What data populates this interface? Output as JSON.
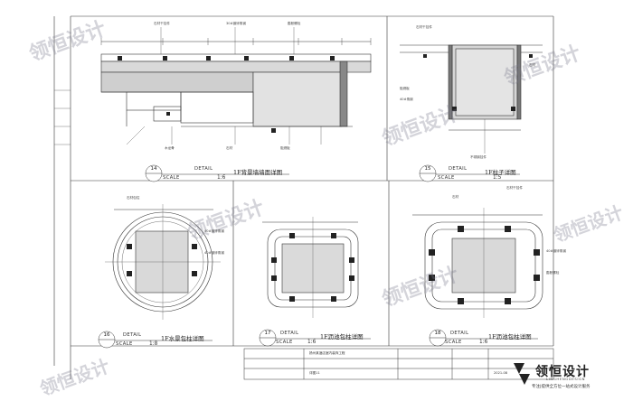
{
  "panels": {
    "p14": {
      "number": "14",
      "detail": "DETAIL",
      "title": "1F背景墙墙面详图",
      "scale_label": "SCALE",
      "scale": "1:6"
    },
    "p15": {
      "number": "15",
      "detail": "DETAIL",
      "title": "1F柱子详图",
      "scale_label": "SCALE",
      "scale": "1:5"
    },
    "p16": {
      "number": "16",
      "detail": "DETAIL",
      "title": "1F水景包柱详图",
      "scale_label": "SCALE",
      "scale": "1:8"
    },
    "p17": {
      "number": "17",
      "detail": "DETAIL",
      "title": "1F沥池包柱详图",
      "scale_label": "SCALE",
      "scale": "1:6"
    },
    "p18": {
      "number": "18",
      "detail": "DETAIL",
      "title": "1F沥池包柱详图",
      "scale_label": "SCALE",
      "scale": "1:6"
    }
  },
  "annotations": {
    "p14": [
      "石材干挂件",
      "30#镀锌角钢",
      "膨胀螺栓",
      "石材",
      "木龙骨",
      "阻燃板"
    ],
    "p15": [
      "石材干挂件",
      "石材",
      "阻燃板",
      "40#角钢",
      "不锈钢挂件"
    ],
    "p16": [
      "石材包柱",
      "40#镀锌角钢",
      "40#镀锌角钢"
    ],
    "p18": [
      "石材干挂件",
      "石材",
      "40#镀锌角钢",
      "膨胀螺栓"
    ]
  },
  "title_block": {
    "project": "扬州某酒店室内装饰工程",
    "drawing_no": "2021-08",
    "sheet": "详图11"
  },
  "brand": {
    "name": "领恒设计",
    "english": "LINGHENGDESIGN",
    "slogan": "专注|提供全方位一站式设计服务"
  },
  "watermark_text": "领恒设计",
  "colors": {
    "line": "#333333",
    "hatch": "#8a8a8a",
    "watermark": "#78788c"
  }
}
